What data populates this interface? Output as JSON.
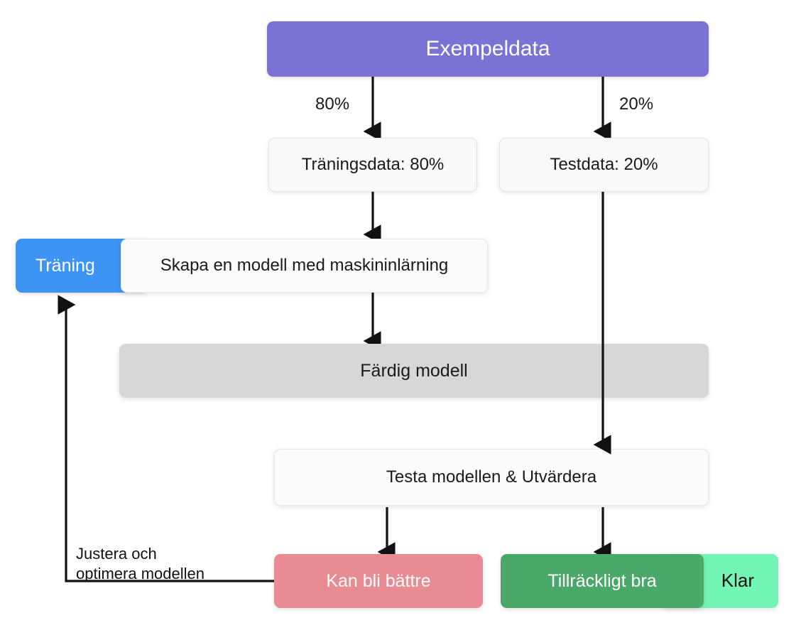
{
  "diagram": {
    "title": "Maskininlärning arbetsflöde",
    "language": "sv",
    "nodes": {
      "sample_data": {
        "label": "Exempeldata",
        "color": "#7b72d6",
        "text_color": "#ffffff"
      },
      "training_data": {
        "label": "Träningsdata: 80%",
        "color": "#f8f9fb",
        "text_color": "#1a1a1a"
      },
      "test_data": {
        "label": "Testdata: 20%",
        "color": "#f8f9fb",
        "text_color": "#1a1a1a"
      },
      "training_badge": {
        "label": "Träning",
        "color": "#3d94f5",
        "text_color": "#ffffff"
      },
      "create_model": {
        "label": "Skapa en modell med maskininlärning",
        "color": "#fbfcfd",
        "text_color": "#1a1a1a"
      },
      "finished_model": {
        "label": "Färdig modell",
        "color": "#d7d7d7",
        "text_color": "#1a1a1a"
      },
      "test_evaluate": {
        "label": "Testa modellen & Utvärdera",
        "color": "#fbfcfd",
        "text_color": "#1a1a1a"
      },
      "can_improve": {
        "label": "Kan bli bättre",
        "color": "#e88b93",
        "text_color": "#ffffff"
      },
      "good_enough": {
        "label": "Tillräckligt bra",
        "color": "#4aa868",
        "text_color": "#ffffff"
      },
      "done": {
        "label": "Klar",
        "color": "#73f5b4",
        "text_color": "#111111"
      }
    },
    "edge_labels": {
      "split_train": "80%",
      "split_test": "20%",
      "feedback_loop": "Justera och\noptimera modellen"
    }
  }
}
